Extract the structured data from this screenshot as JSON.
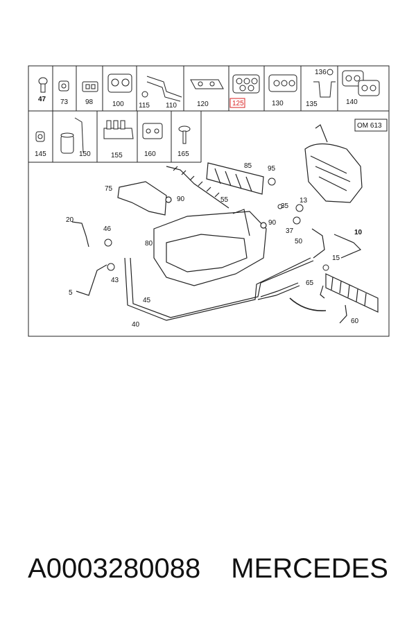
{
  "engine_label": "OM 613",
  "highlight_color": "#d92020",
  "highlighted_part": "125",
  "part_cells": [
    {
      "label": "47"
    },
    {
      "label": "73"
    },
    {
      "label": "98"
    },
    {
      "label": "100"
    },
    {
      "label": "115"
    },
    {
      "label": "110"
    },
    {
      "label": "120"
    },
    {
      "label": "125"
    },
    {
      "label": "130"
    },
    {
      "label": "136"
    },
    {
      "label": "135"
    },
    {
      "label": "140"
    },
    {
      "label": "145"
    },
    {
      "label": "150"
    },
    {
      "label": "155"
    },
    {
      "label": "160"
    },
    {
      "label": "165"
    }
  ],
  "callouts": {
    "c85": "85",
    "c95": "95",
    "c75": "75",
    "c90a": "90",
    "c55": "55",
    "c35": "35",
    "c13": "13",
    "c37": "37",
    "c90b": "90",
    "c10": "10",
    "c20": "20",
    "c46": "46",
    "c80": "80",
    "c50": "50",
    "c15": "15",
    "c43": "43",
    "c5": "5",
    "c65": "65",
    "c45": "45",
    "c40": "40",
    "c60": "60"
  },
  "caption": {
    "part_number": "A0003280088",
    "brand": "MERCEDES"
  }
}
